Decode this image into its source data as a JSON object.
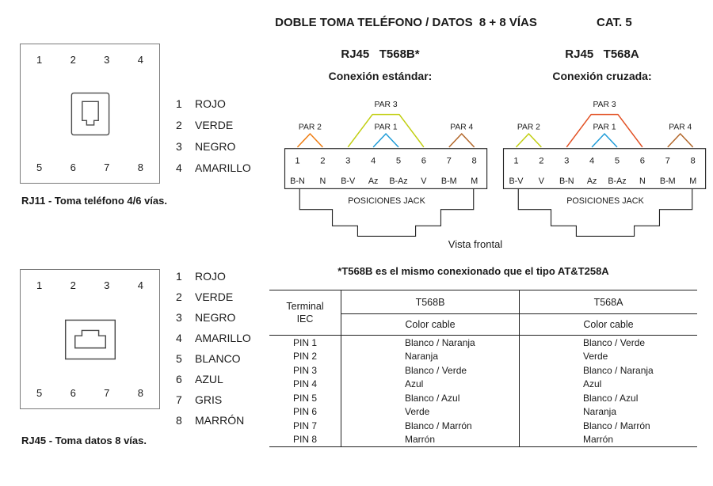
{
  "page": {
    "title": "DOBLE TOMA TELÉFONO / DATOS  8 + 8 VÍAS",
    "cat": "CAT. 5",
    "vista_frontal": "Vista frontal",
    "note": "*T568B es el mismo conexionado que el tipo AT&T258A"
  },
  "rj11": {
    "caption": "RJ11 - Toma teléfono 4/6 vías.",
    "pins_top": [
      "1",
      "2",
      "3",
      "4"
    ],
    "pins_bottom": [
      "5",
      "6",
      "7",
      "8"
    ],
    "legend": [
      {
        "n": "1",
        "color": "ROJO"
      },
      {
        "n": "2",
        "color": "VERDE"
      },
      {
        "n": "3",
        "color": "NEGRO"
      },
      {
        "n": "4",
        "color": "AMARILLO"
      }
    ]
  },
  "rj45": {
    "caption": "RJ45 - Toma datos 8 vías.",
    "pins_top": [
      "1",
      "2",
      "3",
      "4"
    ],
    "pins_bottom": [
      "5",
      "6",
      "7",
      "8"
    ],
    "legend": [
      {
        "n": "1",
        "color": "ROJO"
      },
      {
        "n": "2",
        "color": "VERDE"
      },
      {
        "n": "3",
        "color": "NEGRO"
      },
      {
        "n": "4",
        "color": "AMARILLO"
      },
      {
        "n": "5",
        "color": "BLANCO"
      },
      {
        "n": "6",
        "color": "AZUL"
      },
      {
        "n": "7",
        "color": "GRIS"
      },
      {
        "n": "8",
        "color": "MARRÓN"
      }
    ]
  },
  "diagrams": [
    {
      "title": "RJ45   T568B*",
      "subtitle": "Conexión estándar:",
      "jack_label": "POSICIONES JACK",
      "pins": [
        "1",
        "2",
        "3",
        "4",
        "5",
        "6",
        "7",
        "8"
      ],
      "codes": [
        "B-N",
        "N",
        "B-V",
        "Az",
        "B-Az",
        "V",
        "B-M",
        "M"
      ],
      "pairs": {
        "par1": {
          "label": "PAR 1",
          "color": "#1f9cd8"
        },
        "par2": {
          "label": "PAR 2",
          "color": "#ef7d12"
        },
        "par3": {
          "label": "PAR 3",
          "color": "#c1ce10"
        },
        "par4": {
          "label": "PAR 4",
          "color": "#b2672a"
        }
      }
    },
    {
      "title": "RJ45   T568A",
      "subtitle": "Conexión cruzada:",
      "jack_label": "POSICIONES JACK",
      "pins": [
        "1",
        "2",
        "3",
        "4",
        "5",
        "6",
        "7",
        "8"
      ],
      "codes": [
        "B-V",
        "V",
        "B-N",
        "Az",
        "B-Az",
        "N",
        "B-M",
        "M"
      ],
      "pairs": {
        "par1": {
          "label": "PAR 1",
          "color": "#1f9cd8"
        },
        "par2": {
          "label": "PAR 2",
          "color": "#c1ce10"
        },
        "par3": {
          "label": "PAR 3",
          "color": "#e25023"
        },
        "par4": {
          "label": "PAR 4",
          "color": "#b2672a"
        }
      }
    }
  ],
  "table": {
    "terminal_header": "Terminal\nIEC",
    "columns": [
      {
        "name": "T568B",
        "subheader": "Color cable"
      },
      {
        "name": "T568A",
        "subheader": "Color cable"
      }
    ],
    "rows": [
      {
        "pin": "PIN 1",
        "t568b": "Blanco / Naranja",
        "t568a": "Blanco / Verde"
      },
      {
        "pin": "PIN 2",
        "t568b": "Naranja",
        "t568a": "Verde"
      },
      {
        "pin": "PIN 3",
        "t568b": "Blanco / Verde",
        "t568a": "Blanco / Naranja"
      },
      {
        "pin": "PIN 4",
        "t568b": "Azul",
        "t568a": "Azul"
      },
      {
        "pin": "PIN 5",
        "t568b": "Blanco / Azul",
        "t568a": "Blanco / Azul"
      },
      {
        "pin": "PIN 6",
        "t568b": "Verde",
        "t568a": "Naranja"
      },
      {
        "pin": "PIN 7",
        "t568b": "Blanco / Marrón",
        "t568a": "Blanco / Marrón"
      },
      {
        "pin": "PIN 8",
        "t568b": "Marrón",
        "t568a": "Marrón"
      }
    ]
  }
}
